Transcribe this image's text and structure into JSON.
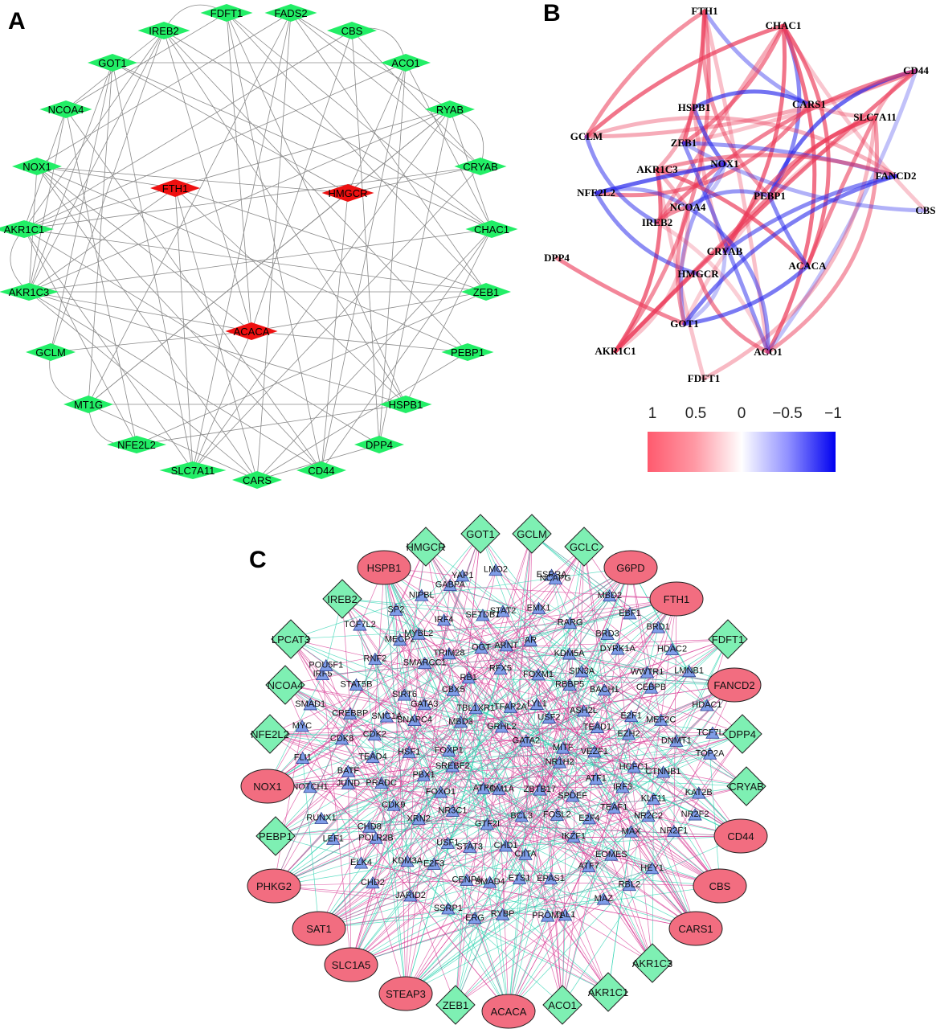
{
  "panels": {
    "a": {
      "letter": "A",
      "nodes": [
        {
          "label": "FDFT1",
          "color": "green"
        },
        {
          "label": "FADS2",
          "color": "green"
        },
        {
          "label": "IREB2",
          "color": "green"
        },
        {
          "label": "CBS",
          "color": "green"
        },
        {
          "label": "GOT1",
          "color": "green"
        },
        {
          "label": "ACO1",
          "color": "green"
        },
        {
          "label": "NCOA4",
          "color": "green"
        },
        {
          "label": "RYAB",
          "color": "green"
        },
        {
          "label": "NOX1",
          "color": "green"
        },
        {
          "label": "CRYAB",
          "color": "green"
        },
        {
          "label": "FTH1",
          "color": "red"
        },
        {
          "label": "HMGCR",
          "color": "red"
        },
        {
          "label": "AKR1C1",
          "color": "green"
        },
        {
          "label": "CHAC1",
          "color": "green"
        },
        {
          "label": "AKR1C3",
          "color": "green"
        },
        {
          "label": "ZEB1",
          "color": "green"
        },
        {
          "label": "ACACA",
          "color": "red"
        },
        {
          "label": "GCLM",
          "color": "green"
        },
        {
          "label": "PEBP1",
          "color": "green"
        },
        {
          "label": "MT1G",
          "color": "green"
        },
        {
          "label": "HSPB1",
          "color": "green"
        },
        {
          "label": "NFE2L2",
          "color": "green"
        },
        {
          "label": "DPP4",
          "color": "green"
        },
        {
          "label": "SLC7A11",
          "color": "green"
        },
        {
          "label": "CD44",
          "color": "green"
        },
        {
          "label": "CARS",
          "color": "green"
        }
      ]
    },
    "b": {
      "letter": "B",
      "nodes": [
        "FTH1",
        "CHAC1",
        "CD44",
        "HSPB1",
        "CARS1",
        "SLC7A11",
        "GCLM",
        "ZEB1",
        "AKR1C3",
        "NOX1",
        "FANCD2",
        "PEBP1",
        "NFE2L2",
        "NCOA4",
        "CBS",
        "IREB2",
        "CRYAB",
        "DPP4",
        "HMGCR",
        "ACACA",
        "GOT1",
        "AKR1C1",
        "ACO1",
        "FDFT1"
      ],
      "legend_ticks": [
        "1",
        "0.5",
        "0",
        "−0.5",
        "−1"
      ]
    },
    "c": {
      "letter": "C",
      "diamond_nodes": [
        "HMGCR",
        "GOT1",
        "GCLM",
        "GCLC",
        "IREB2",
        "LPCAT3",
        "NCOA4",
        "NFE2L2",
        "PEBP1",
        "FDFT1",
        "DPP4",
        "CRYAB",
        "AKR1C3",
        "AKR1C1",
        "ZEB1",
        "ACO1"
      ],
      "ellipse_nodes": [
        "HSPB1",
        "G6PD",
        "FTH1",
        "FANCD2",
        "NOX1",
        "CD44",
        "PHKG2",
        "CBS",
        "SAT1",
        "CARS1",
        "SLC1A5",
        "STEAP3",
        "ACACA"
      ],
      "triangle_nodes": [
        "LMO2",
        "ESRRA",
        "NCAPG",
        "MBD2",
        "EBF1",
        "BRD1",
        "HDAC2",
        "LMNB1",
        "HDAC1",
        "TCF7L1",
        "TOP2A",
        "KAT2B",
        "NR2F2",
        "NR2F1",
        "HEY1",
        "RBL2",
        "MAZ",
        "TAL1",
        "PROM1",
        "RYBP",
        "ERG",
        "SSRP1",
        "JARID2",
        "CHD2",
        "ELK4",
        "LEF1",
        "RUNX1",
        "NOTCH1",
        "FLI1",
        "MYC",
        "SMAD1",
        "IRF5",
        "POU5F1",
        "TCF7L2",
        "SP2",
        "NIPBL",
        "GABPA",
        "YAP1",
        "STAT2",
        "EMX1",
        "RARG",
        "BRD3",
        "DYRK1A",
        "WWTR1",
        "CEBPB",
        "MEF2C",
        "DNMT1",
        "CTNNB1",
        "KLF11",
        "NR2C2",
        "MAX",
        "EOMES",
        "ATF7",
        "EPAS1",
        "ETS1",
        "SMAD4",
        "CENPA",
        "E2F3",
        "KDM3A",
        "POLR2B",
        "CHD8",
        "JUND",
        "BATF",
        "CDK8",
        "CREBBP",
        "STAT5B",
        "RNF2",
        "MECP2",
        "MYBL2",
        "IRF4",
        "SETDB1",
        "ARNT",
        "AR",
        "KDM5A",
        "SIN3A",
        "BACH1",
        "E2F1",
        "EZH2",
        "HCFC1",
        "IRF3",
        "TEAF1",
        "E2F4",
        "IKZF1",
        "CIITA",
        "CHD1",
        "STAT3",
        "USF1",
        "XRN2",
        "CDK9",
        "PRADC",
        "TEAD4",
        "CDK2",
        "SMC1A",
        "SIRT6",
        "SMARCC1",
        "TRIM28",
        "OGT",
        "RFX5",
        "FOXM1",
        "RBBP5",
        "ASH2L",
        "TEAD1",
        "VEZF1",
        "ATF1",
        "SPDEF",
        "FOSL2",
        "BCL3",
        "GTF2I",
        "NR3C1",
        "FOXO1",
        "PBX1",
        "HSF1",
        "SNAPC4",
        "GATA3",
        "CBX5",
        "RB1",
        "TFAP2A",
        "LYL1",
        "USF2",
        "MITF",
        "NR1H2",
        "ZBTB17",
        "KDM1A",
        "ATF4",
        "SREBF2",
        "FOXP1",
        "MBD3",
        "TBL1XR1",
        "GRHL2",
        "GATA2"
      ]
    }
  }
}
